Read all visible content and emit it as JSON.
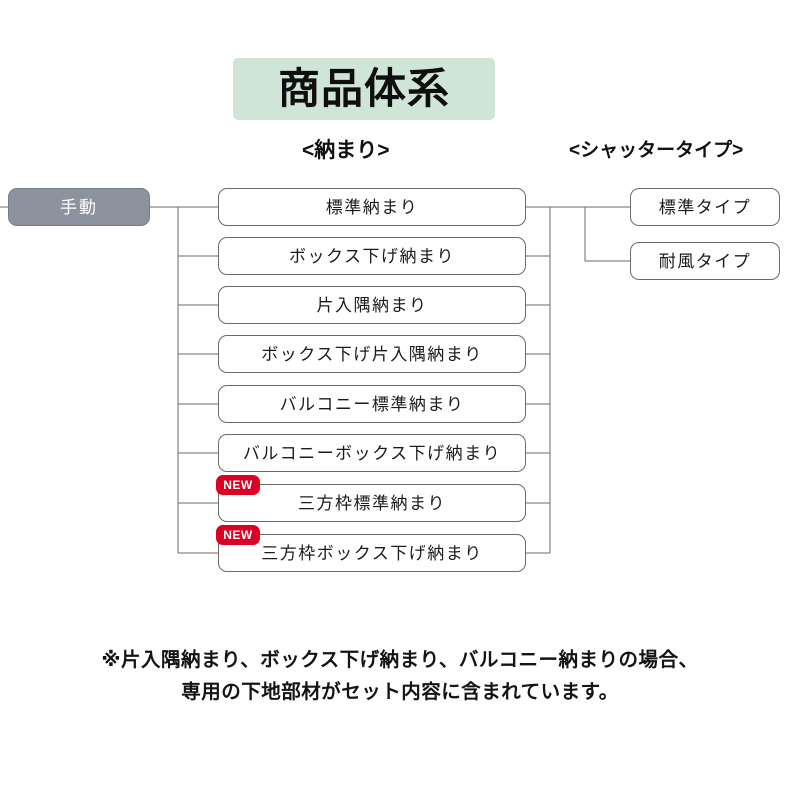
{
  "title": {
    "text": "商品体系",
    "background_color": "#cfe5d8"
  },
  "column_headers": {
    "osamari": "<納まり>",
    "shutter": "<シャッタータイプ>"
  },
  "root": {
    "label": "手動",
    "background_color": "#8d939e",
    "text_color": "#ffffff"
  },
  "osamari_items": [
    {
      "label": "標準納まり",
      "badge": ""
    },
    {
      "label": "ボックス下げ納まり",
      "badge": ""
    },
    {
      "label": "片入隅納まり",
      "badge": ""
    },
    {
      "label": "ボックス下げ片入隅納まり",
      "badge": ""
    },
    {
      "label": "バルコニー標準納まり",
      "badge": ""
    },
    {
      "label": "バルコニーボックス下げ納まり",
      "badge": ""
    },
    {
      "label": "三方枠標準納まり",
      "badge": "NEW"
    },
    {
      "label": "三方枠ボックス下げ納まり",
      "badge": "NEW"
    }
  ],
  "shutter_items": [
    {
      "label": "標準タイプ"
    },
    {
      "label": "耐風タイプ"
    }
  ],
  "badge": {
    "label": "NEW",
    "color": "#dc0022"
  },
  "footnote": {
    "line1": "※片入隅納まり、ボックス下げ納まり、バルコニー納まりの場合、",
    "line2": "専用の下地部材がセット内容に含まれています。"
  },
  "colors": {
    "title_bg": "#cfe5d8",
    "root_bg": "#8d939e",
    "box_border": "#6d6a66",
    "wire": "#6d6a66",
    "badge_red": "#dc0022",
    "text": "#1b1b1b"
  }
}
